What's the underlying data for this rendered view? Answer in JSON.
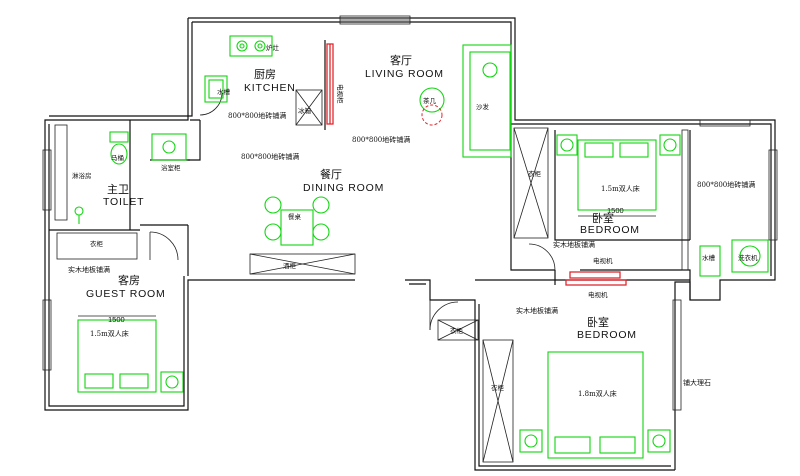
{
  "rooms": {
    "kitchen": {
      "zh": "厨房",
      "en": "KITCHEN"
    },
    "living": {
      "zh": "客厅",
      "en": "LIVING ROOM"
    },
    "dining": {
      "zh": "餐厅",
      "en": "DINING ROOM"
    },
    "toilet": {
      "zh": "主卫",
      "en": "TOILET"
    },
    "guest": {
      "zh": "客房",
      "en": "GUEST ROOM"
    },
    "bedroom1": {
      "zh": "卧室",
      "en": "BEDROOM"
    },
    "bedroom2": {
      "zh": "卧室",
      "en": "BEDROOM"
    }
  },
  "fixtures": {
    "stove": "炉灶",
    "sink": "水槽",
    "fridge": "冰箱",
    "tv_living": "电视柜",
    "tea_table": "茶几",
    "sofa": "沙发",
    "shower": "淋浴房",
    "toilet_bowl": "马桶",
    "bath_cabinet": "浴室柜",
    "dining_table": "餐桌",
    "wine_cabinet": "酒柜",
    "wardrobe_guest": "衣柜",
    "wardrobe_bed1": "衣柜",
    "wardrobe_bed2a": "衣柜",
    "wardrobe_bed2b": "衣柜",
    "bed_guest": "1.5m双人床",
    "bed_bed1": "1.5m双人床",
    "bed_bed2": "1.8m双人床",
    "tv_bed1": "电视机",
    "tv_bed2": "电视机",
    "balcony_sink": "水槽",
    "washer": "洗衣机",
    "marble": "铺大理石"
  },
  "flooring": {
    "kitchen": "800*800地砖铺满",
    "living": "800*800地砖铺满",
    "dining": "800*800地砖铺满",
    "balcony": "800*800地砖铺满",
    "wood_guest": "实木地板铺满",
    "wood_bed1": "实木地板铺满",
    "wood_bed2": "实木地板铺满"
  },
  "dimensions": {
    "bed_guest_width": "1500",
    "bed_bed1_width": "1500"
  },
  "colors": {
    "furniture": "#12d612",
    "tv_marker": "#e0282f",
    "walls": "#111111"
  }
}
